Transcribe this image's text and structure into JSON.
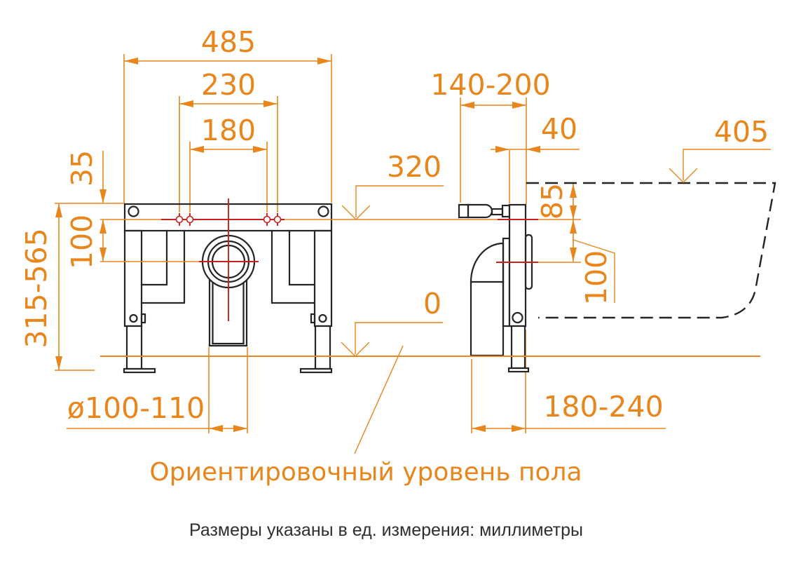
{
  "colors": {
    "accent": "#E8861C",
    "centerline_red": "#C8201D",
    "drawing_ink": "#242424",
    "background": "#FFFFFF",
    "caption_ink": "#2E2E2E"
  },
  "front_view": {
    "dim_width": "485",
    "dim_bolt_outer": "230",
    "dim_bolt_inner": "180",
    "dim_top_offset": "35",
    "dim_inlet_to_drain": "100",
    "dim_height_range": "315-565",
    "dim_drain_pipe": "ø100-110"
  },
  "side_view": {
    "dim_inlet_level": "320",
    "dim_depth_range": "140-200",
    "dim_frame_thickness": "40",
    "dim_bowl_length": "405",
    "dim_rim_to_inlet": "85",
    "dim_inlet_to_drain": "100",
    "dim_floor_zero": "0",
    "dim_drain_offset": "180-240"
  },
  "notes": {
    "floor_level": "Ориентировочный уровень пола",
    "units": "Размеры указаны в ед. измерения: миллиметры"
  }
}
